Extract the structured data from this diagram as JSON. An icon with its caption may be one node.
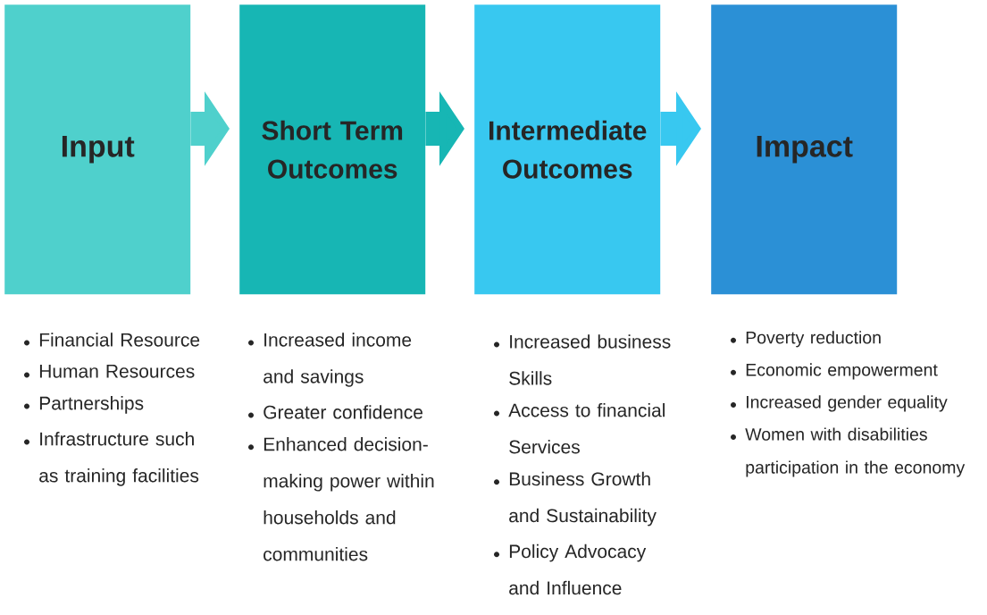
{
  "diagram": {
    "nodes": [
      {
        "text": [
          "Input"
        ],
        "beside": [
          "Financial Resource",
          "Human Resources",
          "Partnerships",
          "Infrastructure such as training facilities"
        ]
      },
      {
        "text": [
          "Short Term Outcomes"
        ],
        "beside": [
          "Increased income and savings",
          "Greater confidence",
          "Enhanced decision-making power within households and communities"
        ]
      },
      {
        "text": [
          "Intermediate Outcomes"
        ],
        "beside": [
          "Increased business Skills",
          "Access to financial Services",
          "Business Growth and Sustainability",
          "Policy Advocacy and Influence"
        ]
      },
      {
        "text": [
          "Impact"
        ],
        "beside": [
          "Poverty reduction",
          "Economic empowerment",
          "Increased gender equality",
          "Women with disabilities participation in the economy"
        ]
      }
    ],
    "edges": [
      {
        "from": 0,
        "to": 1,
        "arrow": "to",
        "color": "#4fd0cc"
      },
      {
        "from": 1,
        "to": 2,
        "arrow": "to",
        "color": "#17b6b4"
      },
      {
        "from": 2,
        "to": 3,
        "arrow": "to",
        "color": "#38c8f0"
      }
    ]
  }
}
